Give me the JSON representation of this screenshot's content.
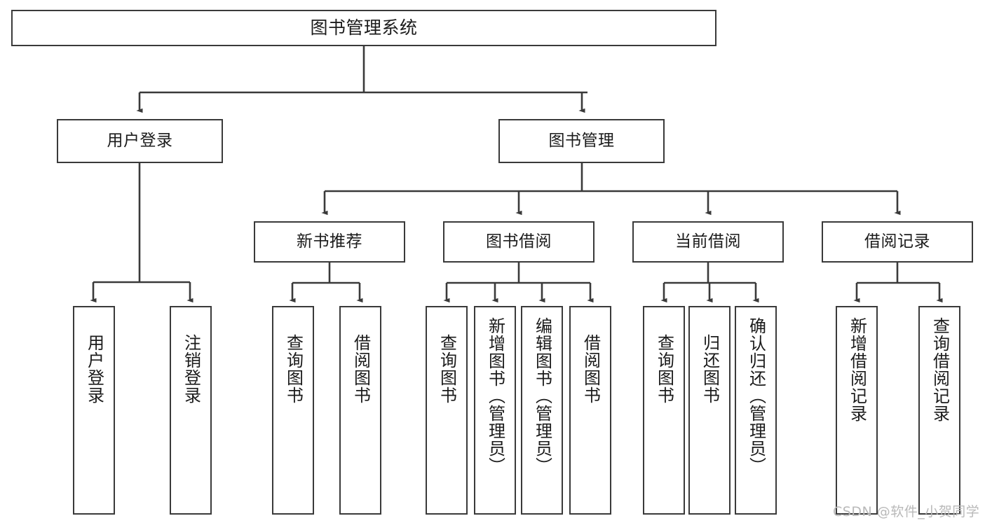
{
  "diagram": {
    "title": "图书管理系统",
    "type": "tree-hierarchy",
    "stroke_color": "#3a3a3a",
    "background_color": "#ffffff",
    "root": {
      "label": "图书管理系统"
    },
    "level2": [
      {
        "label": "用户登录"
      },
      {
        "label": "图书管理"
      }
    ],
    "level3": [
      {
        "label": "新书推荐"
      },
      {
        "label": "图书借阅"
      },
      {
        "label": "当前借阅"
      },
      {
        "label": "借阅记录"
      }
    ],
    "leaves": {
      "user_login": [
        {
          "label": "用户登录"
        },
        {
          "label": "注销登录"
        }
      ],
      "new_book_recommend": [
        {
          "label": "查询图书"
        },
        {
          "label": "借阅图书"
        }
      ],
      "book_borrow": [
        {
          "label": "查询图书"
        },
        {
          "label": "新增图书（管理员）"
        },
        {
          "label": "编辑图书（管理员）"
        },
        {
          "label": "借阅图书"
        }
      ],
      "current_borrow": [
        {
          "label": "查询图书"
        },
        {
          "label": "归还图书"
        },
        {
          "label": "确认归还（管理员）"
        }
      ],
      "borrow_record": [
        {
          "label": "新增借阅记录"
        },
        {
          "label": "查询借阅记录"
        }
      ]
    }
  },
  "watermark": {
    "text": "CSDN @软件_小贺同学"
  }
}
